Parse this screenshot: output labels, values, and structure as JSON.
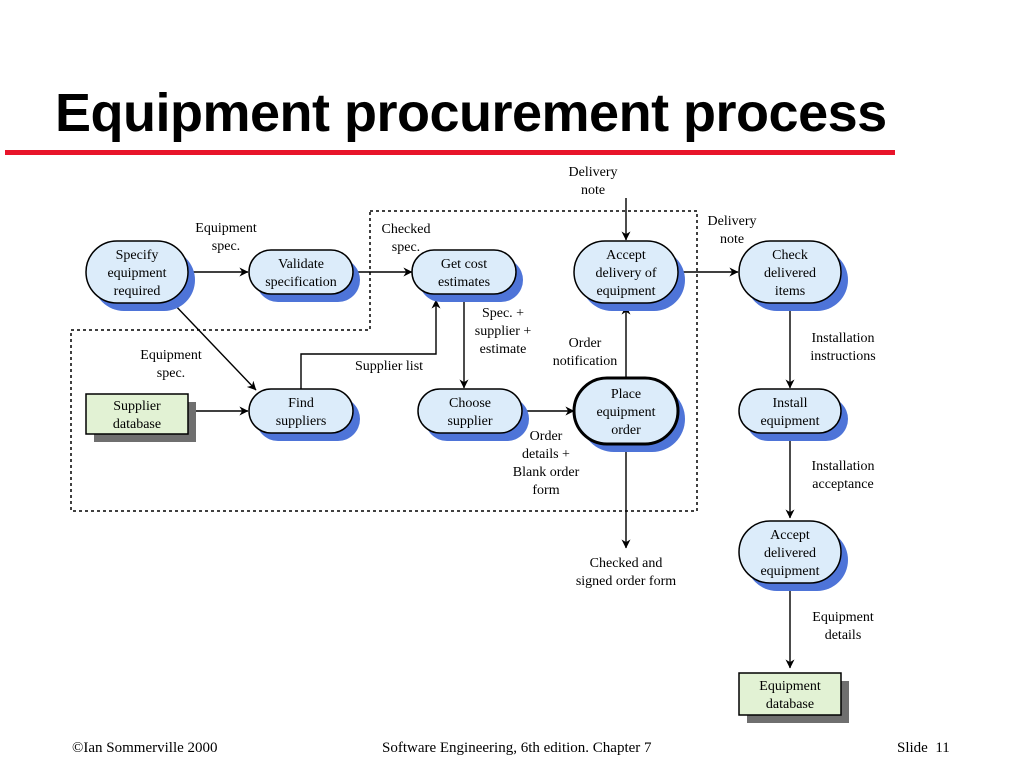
{
  "slide": {
    "title": "Equipment procurement process",
    "footer_left": "©Ian Sommerville 2000",
    "footer_center": "Software Engineering, 6th edition. Chapter 7",
    "footer_right": "Slide  11"
  },
  "colors": {
    "title_rule": "#e8142a",
    "process_fill": "#dcecfa",
    "process_shadow": "#4e74d8",
    "store_fill": "#e2f2d4",
    "store_shadow": "#6f6f6f"
  },
  "processes": {
    "specify": [
      "Specify",
      "equipment",
      "required"
    ],
    "validate": [
      "Validate",
      "specification"
    ],
    "get_cost": [
      "Get cost",
      "estimates"
    ],
    "accept_delivery": [
      "Accept",
      "delivery of",
      "equipment"
    ],
    "check_items": [
      "Check",
      "delivered",
      "items"
    ],
    "find_suppliers": [
      "Find",
      "suppliers"
    ],
    "choose_supplier": [
      "Choose",
      "supplier"
    ],
    "place_order": [
      "Place",
      "equipment",
      "order"
    ],
    "install": [
      "Install",
      "equipment"
    ],
    "accept_equipment": [
      "Accept",
      "delivered",
      "equipment"
    ]
  },
  "stores": {
    "supplier_db": [
      "Supplier",
      "database"
    ],
    "equipment_db": [
      "Equipment",
      "database"
    ]
  },
  "labels": {
    "equipment_spec_top": [
      "Equipment",
      "spec."
    ],
    "checked_spec": [
      "Checked",
      "spec."
    ],
    "delivery_note_top": [
      "Delivery",
      "note"
    ],
    "delivery_note_right": [
      "Delivery",
      "note"
    ],
    "equipment_spec_left": [
      "Equipment",
      "spec."
    ],
    "supplier_list": [
      "Supplier list"
    ],
    "spec_supplier_estimate": [
      "Spec. +",
      "supplier +",
      "estimate"
    ],
    "order_notification": [
      "Order",
      "notification"
    ],
    "order_details": [
      "Order",
      "details +",
      "Blank order",
      "form"
    ],
    "installation_instructions": [
      "Installation",
      "instructions"
    ],
    "installation_acceptance": [
      "Installation",
      "acceptance"
    ],
    "checked_signed": [
      "Checked and",
      "signed order form"
    ],
    "equipment_details": [
      "Equipment",
      "details"
    ]
  }
}
